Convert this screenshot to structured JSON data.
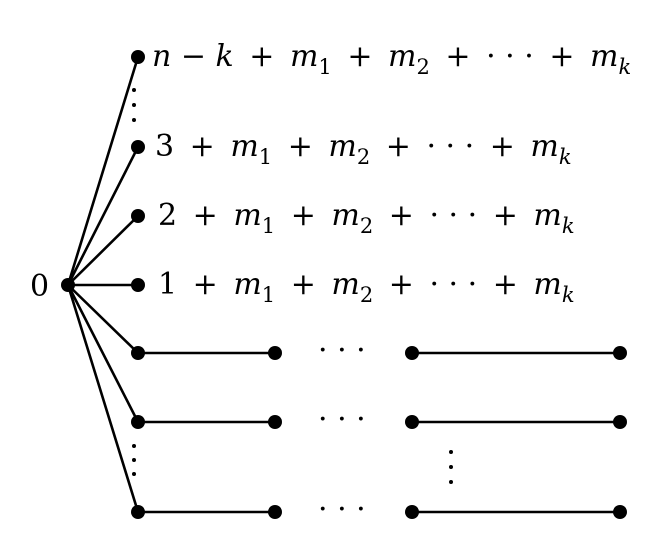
{
  "root_label": "0",
  "labels": [
    {
      "prefix": "n − k",
      "prefix_italic": true
    },
    {
      "prefix": "3",
      "prefix_italic": false
    },
    {
      "prefix": "2",
      "prefix_italic": false
    },
    {
      "prefix": "1",
      "prefix_italic": false
    }
  ],
  "sum_terms": {
    "plus": "+",
    "m": "m",
    "sub1": "1",
    "sub2": "2",
    "subk": "k",
    "ellipsis": "· · ·"
  },
  "chain_ellipsis": "· · ·"
}
